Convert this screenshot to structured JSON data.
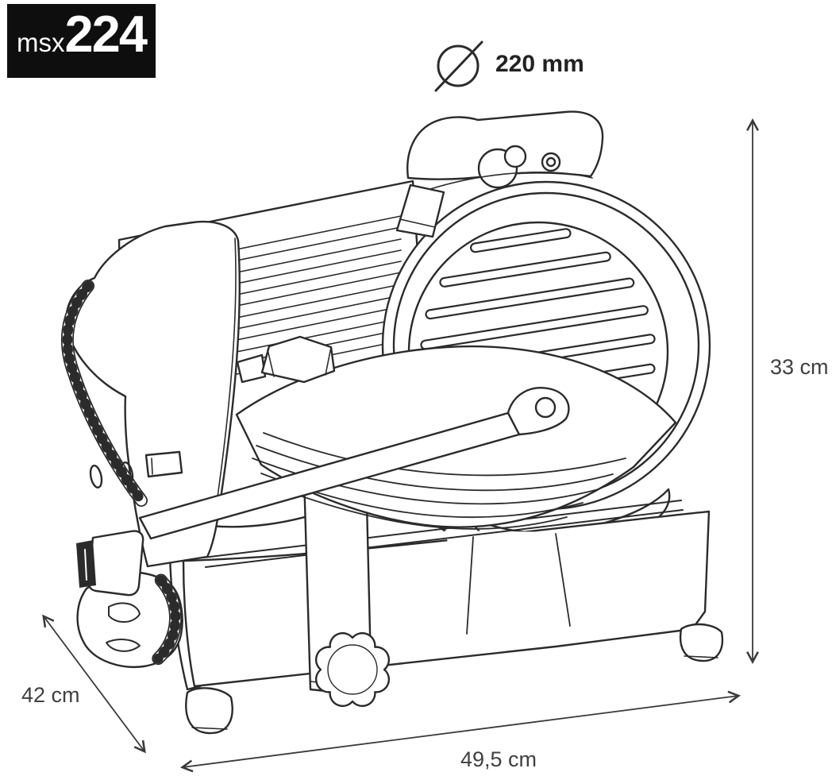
{
  "logo": {
    "prefix": "msx",
    "number": "224"
  },
  "annotations": {
    "blade_diameter": {
      "icon": "diameter-icon",
      "value": "220 mm"
    },
    "height": "33 cm",
    "depth": "42 cm",
    "width": "49,5 cm"
  },
  "colors": {
    "line": "#2b2b2b",
    "dimension_line": "#3a3a3a",
    "dimension_text": "#404040",
    "diameter_text": "#222222",
    "logo_background": "#0e0e0e",
    "logo_text": "#ffffff",
    "background": "#ffffff"
  }
}
